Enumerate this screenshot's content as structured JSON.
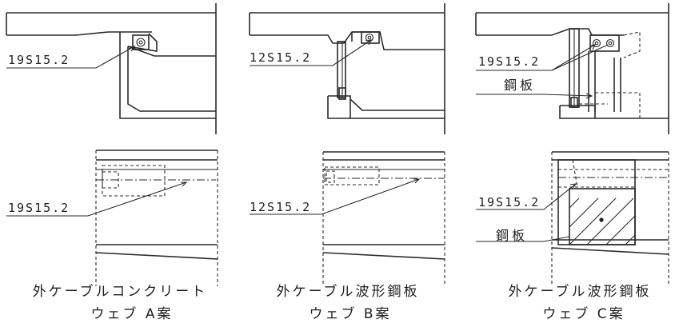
{
  "panels": [
    {
      "id": "A",
      "cross_section_label": "19S15.2",
      "plan_label": "19S15.2",
      "caption_line1": "外ケーブルコンクリート",
      "caption_line2": "ウェブ A案"
    },
    {
      "id": "B",
      "cross_section_label": "12S15.2",
      "plan_label": "12S15.2",
      "caption_line1": "外ケーブル波形鋼板",
      "caption_line2": "ウェブ B案"
    },
    {
      "id": "C",
      "cross_section_label": "19S15.2",
      "cross_section_plate_label": "鋼板",
      "plan_label": "19S15.2",
      "plan_plate_label": "鋼板",
      "caption_line1": "外ケーブル波形鋼板",
      "caption_line2": "ウェブ C案"
    }
  ]
}
